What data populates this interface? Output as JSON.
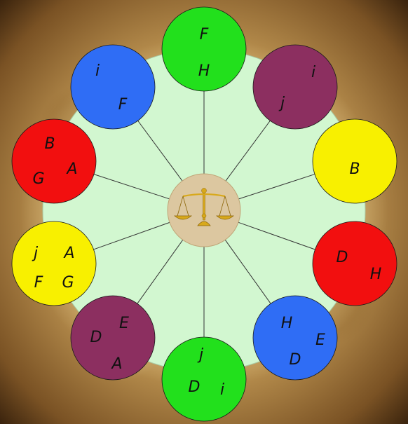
{
  "colors": {
    "green": "#22e01c",
    "blue": "#2f6df5",
    "purple": "#8c2f60",
    "red": "#f20f0f",
    "yellow": "#f8f000",
    "wheel_fill": "#d2f7d0",
    "hub_fill": "#dcc7a0",
    "spoke": "#333333"
  },
  "hub": {
    "icon": "balance-scale-icon"
  },
  "nodes": [
    {
      "id": "top",
      "color": "green",
      "letters": [
        "F",
        "H"
      ]
    },
    {
      "id": "top-right",
      "color": "purple",
      "letters": [
        "i",
        "j"
      ]
    },
    {
      "id": "right-upper",
      "color": "yellow",
      "letters": [
        "B"
      ]
    },
    {
      "id": "right-lower",
      "color": "red",
      "letters": [
        "D",
        "H"
      ]
    },
    {
      "id": "bottom-right",
      "color": "blue",
      "letters": [
        "H",
        "E",
        "D"
      ]
    },
    {
      "id": "bottom",
      "color": "green",
      "letters": [
        "j",
        "D",
        "i"
      ]
    },
    {
      "id": "bottom-left",
      "color": "purple",
      "letters": [
        "E",
        "D",
        "A"
      ]
    },
    {
      "id": "left-lower",
      "color": "yellow",
      "letters": [
        "j",
        "A",
        "F",
        "G"
      ]
    },
    {
      "id": "left-upper",
      "color": "red",
      "letters": [
        "B",
        "A",
        "G"
      ]
    },
    {
      "id": "top-left",
      "color": "blue",
      "letters": [
        "i",
        "F"
      ]
    }
  ]
}
